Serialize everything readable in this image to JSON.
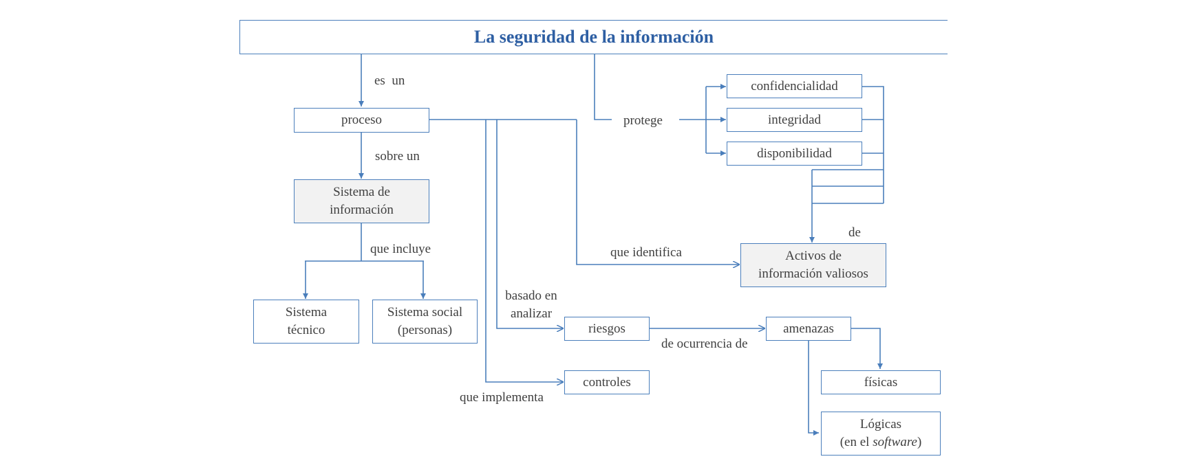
{
  "title": "La seguridad de la información",
  "nodes": {
    "proceso": "proceso",
    "sistema_informacion": [
      "Sistema de",
      "información"
    ],
    "sistema_tecnico": [
      "Sistema",
      "técnico"
    ],
    "sistema_social": [
      "Sistema social",
      "(personas)"
    ],
    "confidencialidad": "confidencialidad",
    "integridad": "integridad",
    "disponibilidad": "disponibilidad",
    "activos": [
      "Activos de",
      "información valiosos"
    ],
    "riesgos": "riesgos",
    "amenazas": "amenazas",
    "controles": "controles",
    "fisicas": "físicas",
    "logicas": {
      "line1": "Lógicas",
      "line2_pre": "(en el ",
      "line2_em": "software",
      "line2_post": ")"
    }
  },
  "links": {
    "es_un": "es  un",
    "sobre_un": "sobre un",
    "que_incluye": "que incluye",
    "protege": "protege",
    "de": "de",
    "que_identifica": "que identifica",
    "basado_en_analizar": [
      "basado en",
      "analizar"
    ],
    "de_ocurrencia_de": "de ocurrencia de",
    "que_implementa": "que implementa"
  },
  "colors": {
    "line": "#4a7ebb",
    "title": "#2e5fa3",
    "text": "#404040",
    "shaded": "#f2f2f2"
  }
}
